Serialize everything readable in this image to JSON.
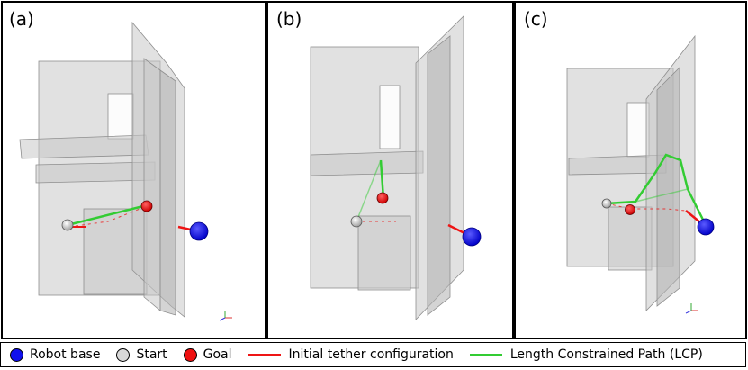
{
  "panels": [
    {
      "label": "(a)"
    },
    {
      "label": "(b)"
    },
    {
      "label": "(c)"
    }
  ],
  "legend": {
    "robot_base": {
      "label": "Robot base",
      "color": "#1010ee"
    },
    "start": {
      "label": "Start",
      "color": "#d8d8d8"
    },
    "goal": {
      "label": "Goal",
      "color": "#ee1010"
    },
    "initial_tether": {
      "label": "Initial tether configuration",
      "color": "#ee1515"
    },
    "lcp": {
      "label": "Length Constrained Path (LCP)",
      "color": "#33cc33"
    }
  }
}
